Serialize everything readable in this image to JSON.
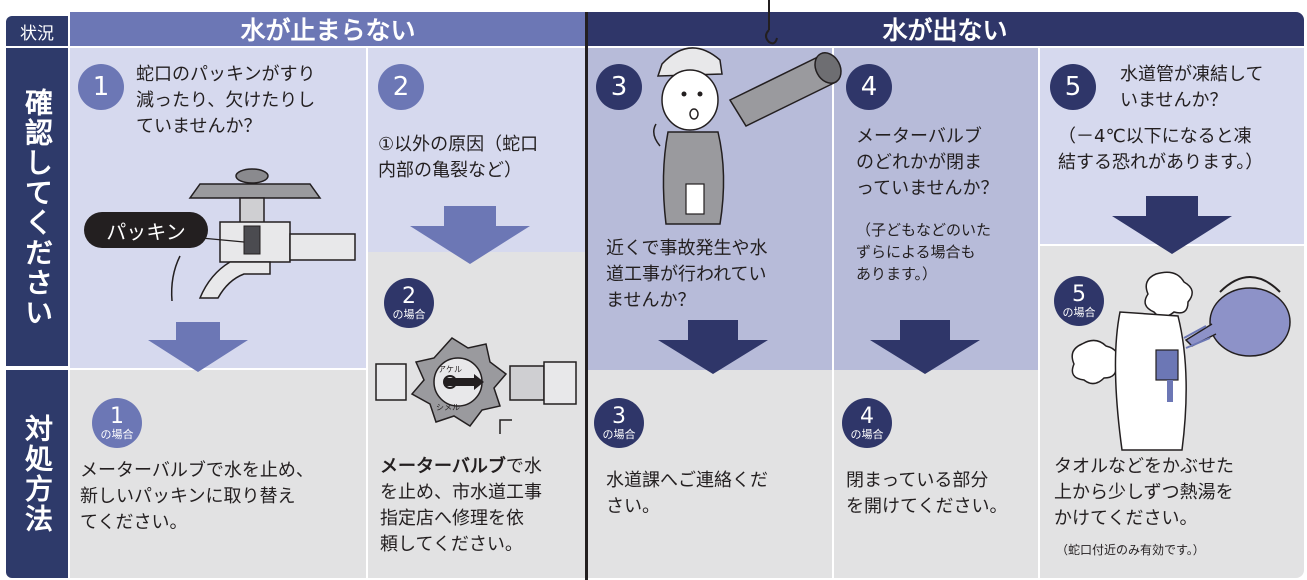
{
  "header": {
    "tag": "状況",
    "left_title": "水が止まらない",
    "right_title": "水が出ない"
  },
  "side": {
    "row1": "確認してください",
    "row2": "対処方法"
  },
  "cases": [
    {
      "num": "1",
      "question": "蛇口のパッキンがすり\n減ったり、欠けたりし\nていませんか？",
      "label": "パッキン",
      "case_num": "1",
      "case_label": "の場合",
      "action": "メーターバルブで水を止め、\n新しいパッキンに取り替え\nてください。"
    },
    {
      "num": "2",
      "question": "①以外の原因（蛇口\n内部の亀裂など）",
      "case_num": "2",
      "case_label": "の場合",
      "action_bold": "メーターバルブ",
      "action_rest": "で水\nを止め、市水道工事\n指定店へ修理を依\n頼してください。",
      "valve_open": "アケル",
      "valve_close": "シメル"
    },
    {
      "num": "3",
      "question": "近くで事故発生や水\n道工事が行われてい\nませんか？",
      "case_num": "3",
      "case_label": "の場合",
      "action": "水道課へご連絡くだ\nさい。"
    },
    {
      "num": "4",
      "question": "メーターバルブ\nのどれかが閉ま\nっていませんか？",
      "note": "（子どもなどのいた\nずらによる場合も\nあります。）",
      "case_num": "4",
      "case_label": "の場合",
      "action": "閉まっている部分\nを開けてください。"
    },
    {
      "num": "5",
      "question": "水道管が凍結して\nいませんか？",
      "note": "（－4℃以下になると凍\n結する恐れがあります。）",
      "case_num": "5",
      "case_label": "の場合",
      "action": "タオルなどをかぶせた\n上から少しずつ熱湯を\nかけてください。",
      "action_note": "（蛇口付近のみ有効です。）"
    }
  ],
  "colors": {
    "dark": "#2f3669",
    "mid": "#6c77b5",
    "light_panel": "#d6d9ee",
    "gray_panel": "#e2e2e3"
  }
}
